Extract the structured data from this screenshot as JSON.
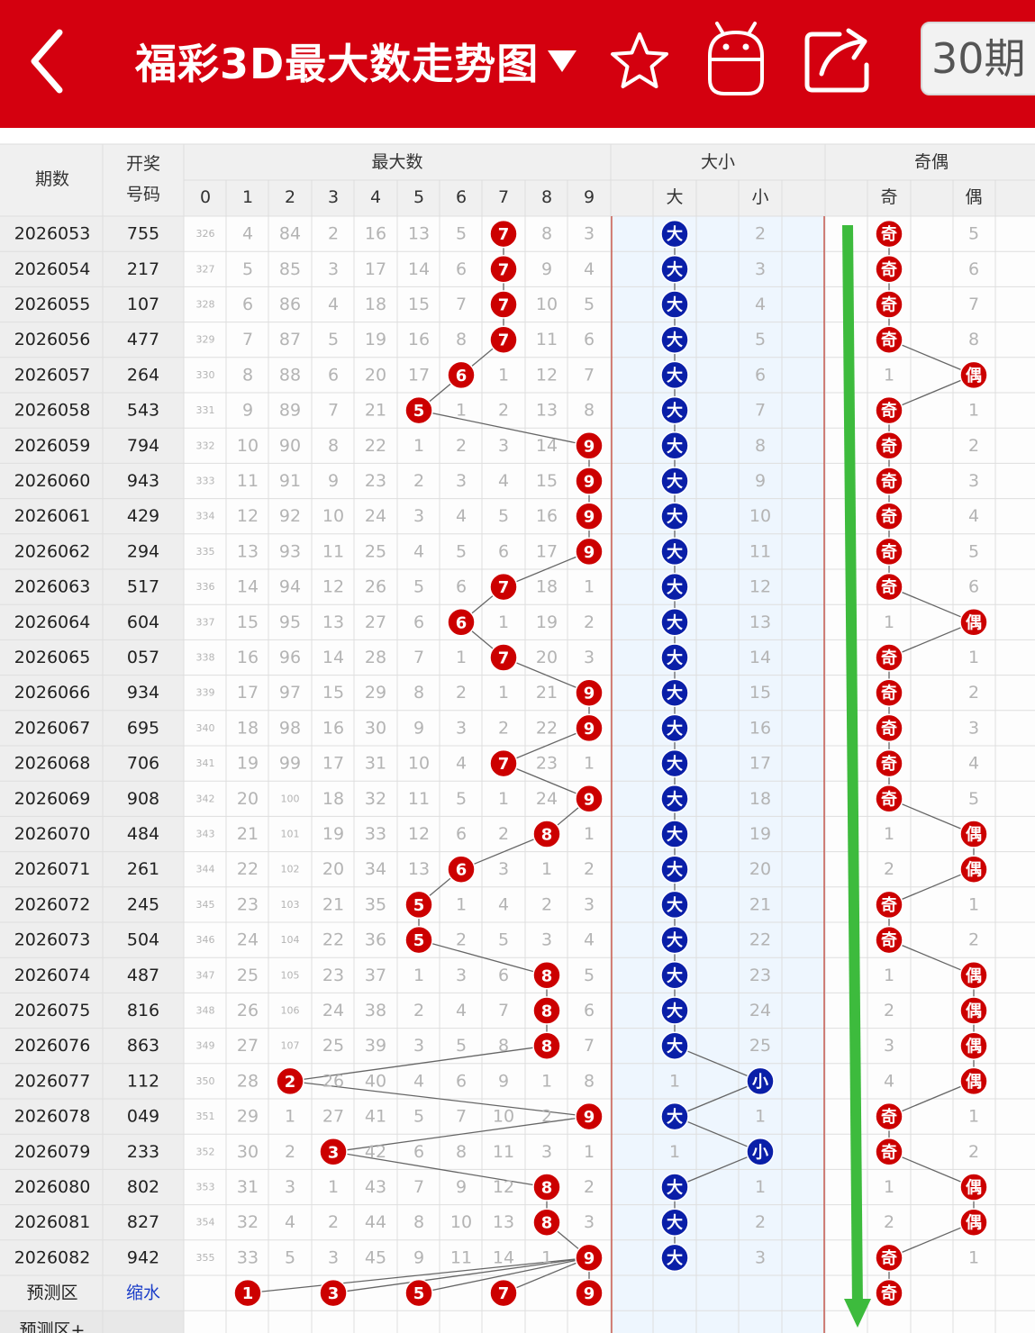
{
  "header": {
    "title": "福彩3D最大数走势图",
    "period_label": "30期",
    "icons": [
      "back-chevron-icon",
      "dropdown-triangle-icon",
      "star-icon",
      "android-icon",
      "share-icon"
    ]
  },
  "colors": {
    "brand_red": "#d4000f",
    "ball_red": "#cc0000",
    "ball_blue": "#0a1fa8",
    "trend_arrow": "#3dbb3d",
    "miss_text": "#b4b4b4"
  },
  "table": {
    "col_period": "期数",
    "col_number_line1": "开奖",
    "col_number_line2": "号码",
    "group_max": "最大数",
    "group_size": "大小",
    "group_parity": "奇偶",
    "digits": [
      "0",
      "1",
      "2",
      "3",
      "4",
      "5",
      "6",
      "7",
      "8",
      "9"
    ],
    "size_labels": [
      "大",
      "小"
    ],
    "parity_labels": [
      "奇",
      "偶"
    ],
    "rows": [
      {
        "period": "2026053",
        "number": "755",
        "max": 7,
        "size": "大",
        "parity": "奇",
        "miss": [
          "326",
          "4",
          "84",
          "2",
          "16",
          "13",
          "5",
          "",
          "8",
          "3"
        ],
        "small_miss": "2",
        "even_miss": "5"
      },
      {
        "period": "2026054",
        "number": "217",
        "max": 7,
        "size": "大",
        "parity": "奇",
        "miss": [
          "327",
          "5",
          "85",
          "3",
          "17",
          "14",
          "6",
          "",
          "9",
          "4"
        ],
        "small_miss": "3",
        "even_miss": "6"
      },
      {
        "period": "2026055",
        "number": "107",
        "max": 7,
        "size": "大",
        "parity": "奇",
        "miss": [
          "328",
          "6",
          "86",
          "4",
          "18",
          "15",
          "7",
          "",
          "10",
          "5"
        ],
        "small_miss": "4",
        "even_miss": "7"
      },
      {
        "period": "2026056",
        "number": "477",
        "max": 7,
        "size": "大",
        "parity": "奇",
        "miss": [
          "329",
          "7",
          "87",
          "5",
          "19",
          "16",
          "8",
          "",
          "11",
          "6"
        ],
        "small_miss": "5",
        "even_miss": "8"
      },
      {
        "period": "2026057",
        "number": "264",
        "max": 6,
        "size": "大",
        "parity": "偶",
        "miss": [
          "330",
          "8",
          "88",
          "6",
          "20",
          "17",
          "",
          "1",
          "12",
          "7"
        ],
        "small_miss": "6",
        "odd_miss": "1"
      },
      {
        "period": "2026058",
        "number": "543",
        "max": 5,
        "size": "大",
        "parity": "奇",
        "miss": [
          "331",
          "9",
          "89",
          "7",
          "21",
          "",
          "1",
          "2",
          "13",
          "8"
        ],
        "small_miss": "7",
        "even_miss": "1"
      },
      {
        "period": "2026059",
        "number": "794",
        "max": 9,
        "size": "大",
        "parity": "奇",
        "miss": [
          "332",
          "10",
          "90",
          "8",
          "22",
          "1",
          "2",
          "3",
          "14",
          ""
        ],
        "small_miss": "8",
        "even_miss": "2"
      },
      {
        "period": "2026060",
        "number": "943",
        "max": 9,
        "size": "大",
        "parity": "奇",
        "miss": [
          "333",
          "11",
          "91",
          "9",
          "23",
          "2",
          "3",
          "4",
          "15",
          ""
        ],
        "small_miss": "9",
        "even_miss": "3"
      },
      {
        "period": "2026061",
        "number": "429",
        "max": 9,
        "size": "大",
        "parity": "奇",
        "miss": [
          "334",
          "12",
          "92",
          "10",
          "24",
          "3",
          "4",
          "5",
          "16",
          ""
        ],
        "small_miss": "10",
        "even_miss": "4"
      },
      {
        "period": "2026062",
        "number": "294",
        "max": 9,
        "size": "大",
        "parity": "奇",
        "miss": [
          "335",
          "13",
          "93",
          "11",
          "25",
          "4",
          "5",
          "6",
          "17",
          ""
        ],
        "small_miss": "11",
        "even_miss": "5"
      },
      {
        "period": "2026063",
        "number": "517",
        "max": 7,
        "size": "大",
        "parity": "奇",
        "miss": [
          "336",
          "14",
          "94",
          "12",
          "26",
          "5",
          "6",
          "",
          "18",
          "1"
        ],
        "small_miss": "12",
        "even_miss": "6"
      },
      {
        "period": "2026064",
        "number": "604",
        "max": 6,
        "size": "大",
        "parity": "偶",
        "miss": [
          "337",
          "15",
          "95",
          "13",
          "27",
          "6",
          "",
          "1",
          "19",
          "2"
        ],
        "small_miss": "13",
        "odd_miss": "1"
      },
      {
        "period": "2026065",
        "number": "057",
        "max": 7,
        "size": "大",
        "parity": "奇",
        "miss": [
          "338",
          "16",
          "96",
          "14",
          "28",
          "7",
          "1",
          "",
          "20",
          "3"
        ],
        "small_miss": "14",
        "even_miss": "1"
      },
      {
        "period": "2026066",
        "number": "934",
        "max": 9,
        "size": "大",
        "parity": "奇",
        "miss": [
          "339",
          "17",
          "97",
          "15",
          "29",
          "8",
          "2",
          "1",
          "21",
          ""
        ],
        "small_miss": "15",
        "even_miss": "2"
      },
      {
        "period": "2026067",
        "number": "695",
        "max": 9,
        "size": "大",
        "parity": "奇",
        "miss": [
          "340",
          "18",
          "98",
          "16",
          "30",
          "9",
          "3",
          "2",
          "22",
          ""
        ],
        "small_miss": "16",
        "even_miss": "3"
      },
      {
        "period": "2026068",
        "number": "706",
        "max": 7,
        "size": "大",
        "parity": "奇",
        "miss": [
          "341",
          "19",
          "99",
          "17",
          "31",
          "10",
          "4",
          "",
          "23",
          "1"
        ],
        "small_miss": "17",
        "even_miss": "4"
      },
      {
        "period": "2026069",
        "number": "908",
        "max": 9,
        "size": "大",
        "parity": "奇",
        "miss": [
          "342",
          "20",
          "100",
          "18",
          "32",
          "11",
          "5",
          "1",
          "24",
          ""
        ],
        "small_miss": "18",
        "even_miss": "5"
      },
      {
        "period": "2026070",
        "number": "484",
        "max": 8,
        "size": "大",
        "parity": "偶",
        "miss": [
          "343",
          "21",
          "101",
          "19",
          "33",
          "12",
          "6",
          "2",
          "",
          "1"
        ],
        "small_miss": "19",
        "odd_miss": "1"
      },
      {
        "period": "2026071",
        "number": "261",
        "max": 6,
        "size": "大",
        "parity": "偶",
        "miss": [
          "344",
          "22",
          "102",
          "20",
          "34",
          "13",
          "",
          "3",
          "1",
          "2"
        ],
        "small_miss": "20",
        "odd_miss": "2"
      },
      {
        "period": "2026072",
        "number": "245",
        "max": 5,
        "size": "大",
        "parity": "奇",
        "miss": [
          "345",
          "23",
          "103",
          "21",
          "35",
          "",
          "1",
          "4",
          "2",
          "3"
        ],
        "small_miss": "21",
        "even_miss": "1"
      },
      {
        "period": "2026073",
        "number": "504",
        "max": 5,
        "size": "大",
        "parity": "奇",
        "miss": [
          "346",
          "24",
          "104",
          "22",
          "36",
          "",
          "2",
          "5",
          "3",
          "4"
        ],
        "small_miss": "22",
        "even_miss": "2"
      },
      {
        "period": "2026074",
        "number": "487",
        "max": 8,
        "size": "大",
        "parity": "偶",
        "miss": [
          "347",
          "25",
          "105",
          "23",
          "37",
          "1",
          "3",
          "6",
          "",
          "5"
        ],
        "small_miss": "23",
        "odd_miss": "1"
      },
      {
        "period": "2026075",
        "number": "816",
        "max": 8,
        "size": "大",
        "parity": "偶",
        "miss": [
          "348",
          "26",
          "106",
          "24",
          "38",
          "2",
          "4",
          "7",
          "",
          "6"
        ],
        "small_miss": "24",
        "odd_miss": "2"
      },
      {
        "period": "2026076",
        "number": "863",
        "max": 8,
        "size": "大",
        "parity": "偶",
        "miss": [
          "349",
          "27",
          "107",
          "25",
          "39",
          "3",
          "5",
          "8",
          "",
          "7"
        ],
        "small_miss": "25",
        "odd_miss": "3"
      },
      {
        "period": "2026077",
        "number": "112",
        "max": 2,
        "size": "小",
        "parity": "偶",
        "miss": [
          "350",
          "28",
          "",
          "26",
          "40",
          "4",
          "6",
          "9",
          "1",
          "8"
        ],
        "big_miss": "1",
        "odd_miss": "4"
      },
      {
        "period": "2026078",
        "number": "049",
        "max": 9,
        "size": "大",
        "parity": "奇",
        "miss": [
          "351",
          "29",
          "1",
          "27",
          "41",
          "5",
          "7",
          "10",
          "2",
          ""
        ],
        "small_miss": "1",
        "even_miss": "1"
      },
      {
        "period": "2026079",
        "number": "233",
        "max": 3,
        "size": "小",
        "parity": "奇",
        "miss": [
          "352",
          "30",
          "2",
          "",
          "42",
          "6",
          "8",
          "11",
          "3",
          "1"
        ],
        "big_miss": "1",
        "even_miss": "2"
      },
      {
        "period": "2026080",
        "number": "802",
        "max": 8,
        "size": "大",
        "parity": "偶",
        "miss": [
          "353",
          "31",
          "3",
          "1",
          "43",
          "7",
          "9",
          "12",
          "",
          "2"
        ],
        "small_miss": "1",
        "odd_miss": "1"
      },
      {
        "period": "2026081",
        "number": "827",
        "max": 8,
        "size": "大",
        "parity": "偶",
        "miss": [
          "354",
          "32",
          "4",
          "2",
          "44",
          "8",
          "10",
          "13",
          "",
          "3"
        ],
        "small_miss": "2",
        "odd_miss": "2"
      },
      {
        "period": "2026082",
        "number": "942",
        "max": 9,
        "size": "大",
        "parity": "奇",
        "miss": [
          "355",
          "33",
          "5",
          "3",
          "45",
          "9",
          "11",
          "14",
          "1",
          ""
        ],
        "small_miss": "3",
        "even_miss": "1"
      }
    ],
    "predict": {
      "label": "预测区",
      "link": "缩水",
      "numbers": [
        "1",
        "3",
        "5",
        "7",
        "9"
      ],
      "parity": "奇"
    },
    "predict_plus_label": "预测区+"
  }
}
